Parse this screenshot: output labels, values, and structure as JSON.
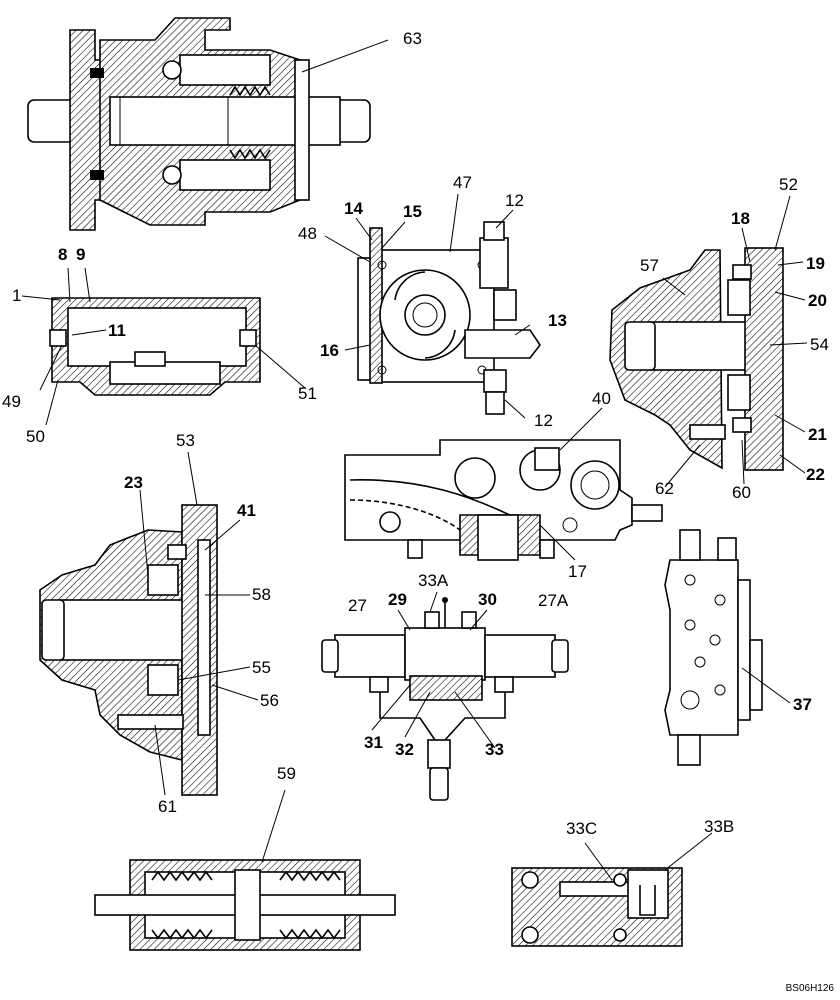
{
  "figure": {
    "code": "BS06H126",
    "callouts": {
      "c63": "63",
      "c47": "47",
      "c12a": "12",
      "c14": "14",
      "c15": "15",
      "c48": "48",
      "c13": "13",
      "c16": "16",
      "c12b": "12",
      "c52": "52",
      "c18": "18",
      "c19": "19",
      "c57": "57",
      "c20": "20",
      "c54": "54",
      "c21": "21",
      "c22": "22",
      "c60": "60",
      "c62": "62",
      "c8": "8",
      "c9": "9",
      "c1": "1",
      "c11": "11",
      "c49": "49",
      "c50": "50",
      "c51": "51",
      "c53": "53",
      "c23": "23",
      "c41": "41",
      "c58": "58",
      "c55": "55",
      "c56": "56",
      "c61": "61",
      "c40": "40",
      "c17": "17",
      "c33a": "33A",
      "c27": "27",
      "c29": "29",
      "c30": "30",
      "c27a": "27A",
      "c31": "31",
      "c32": "32",
      "c33": "33",
      "c37": "37",
      "c59": "59",
      "c33c": "33C",
      "c33b": "33B"
    }
  }
}
